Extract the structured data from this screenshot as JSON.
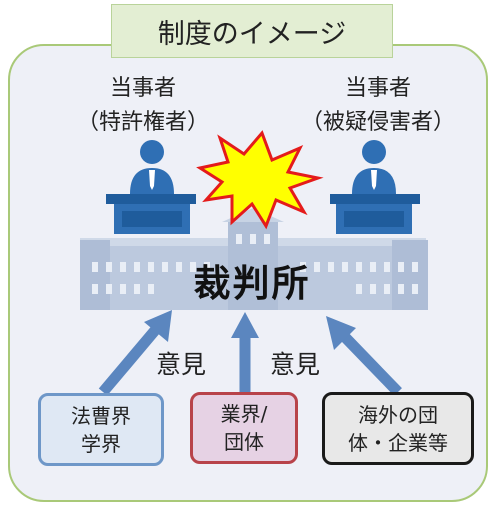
{
  "title": "制度のイメージ",
  "parties": {
    "plaintiff": {
      "line1": "当事者",
      "line2": "（特許権者）"
    },
    "defendant": {
      "line1": "当事者",
      "line2": "（被疑侵害者）"
    }
  },
  "court": {
    "label": "裁判所"
  },
  "opinion_label": "意見",
  "submitters": {
    "academia": {
      "line1": "法曹界",
      "line2": "学界"
    },
    "industry": {
      "line1": "業界/",
      "line2": "団体"
    },
    "foreign": {
      "line1": "海外の団",
      "line2": "体・企業等"
    }
  },
  "colors": {
    "frame_border": "#a9c978",
    "frame_bg": "#eef0f7",
    "title_bg": "#e3eed3",
    "arrow": "#5b86bf",
    "academia_border": "#6e97c8",
    "industry_border": "#b8434a",
    "foreign_border": "#1a1a1a",
    "conflict_burst": "#ffff00"
  }
}
